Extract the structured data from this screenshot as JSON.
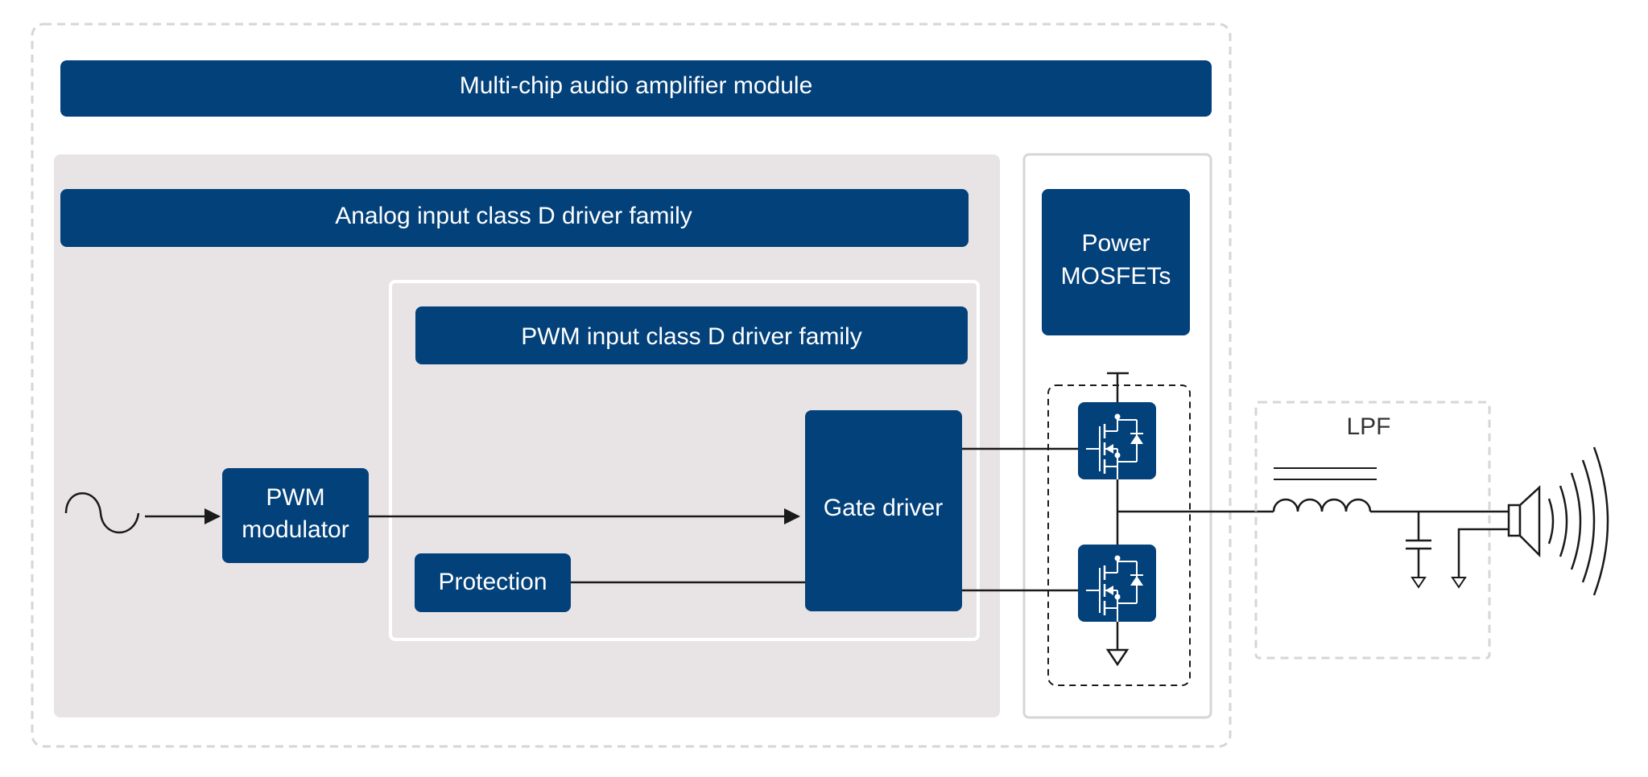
{
  "title": "Multi-chip audio amplifier module",
  "analog_family": "Analog input class D driver family",
  "pwm_family": "PWM input class D driver family",
  "power_mosfets": {
    "line1": "Power",
    "line2": "MOSFETs"
  },
  "pwm_modulator": {
    "line1": "PWM",
    "line2": "modulator"
  },
  "protection": "Protection",
  "gate_driver": "Gate driver",
  "lpf": "LPF",
  "colors": {
    "block": "#03417a",
    "panel": "#e8e4e5",
    "dashed_border": "#d6d6d6",
    "wire": "#1a1a1a"
  }
}
